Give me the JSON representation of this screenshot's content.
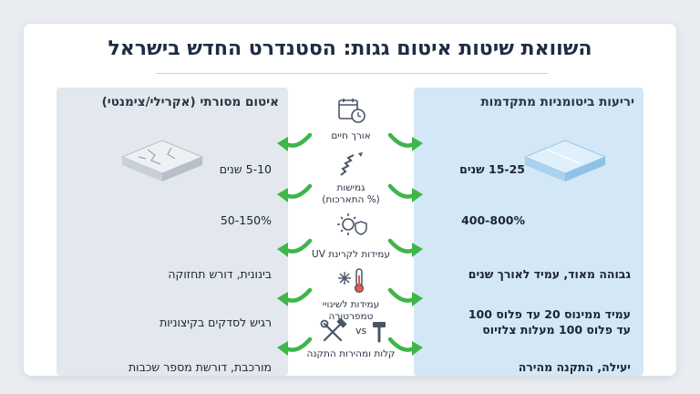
{
  "title": "השוואת שיטות איטום גגות: הסטנדרט החדש בישראל",
  "columns": {
    "right_header": "יריעות ביטומניות מתקדמות",
    "left_header": "איטום מסורתי (אקרילי/צימנטי)"
  },
  "rows": [
    {
      "criterion": "אורך חיים",
      "right": "15-25 שנים",
      "left": "5-10 שנים",
      "icon": "calendar-clock-icon"
    },
    {
      "criterion": "גמישות\n(% התארכות)",
      "right": "400-800%",
      "left": "50-150%",
      "icon": "spring-icon"
    },
    {
      "criterion": "עמידות לקרינת UV",
      "right": "גבוהה מאוד, עמיד לאורך שנים",
      "left": "בינונית, דורש תחזוקה",
      "icon": "sun-shield-icon"
    },
    {
      "criterion": "עמידות לשינויי טמפרטורה",
      "right": "עמיד ממינוס 20 עד פלוס 100\nעד פלוס 100 מעלות צלזיוס",
      "left": "רגיש לסדקים בקיצוניות",
      "icon": "thermometer-snowflake-icon"
    },
    {
      "criterion": "קלות ומהירות התקנה",
      "right": "יעילה, התקנה מהירה",
      "left": "מורכבת, דורשת מספר שכבות",
      "icon": "tools-vs-icon"
    }
  ],
  "vs_label": "vs",
  "colors": {
    "arrow_green": "#3fb54a",
    "right_panel": "#d3e7f6",
    "left_panel": "#e3e8ee",
    "title": "#1f2c44"
  }
}
